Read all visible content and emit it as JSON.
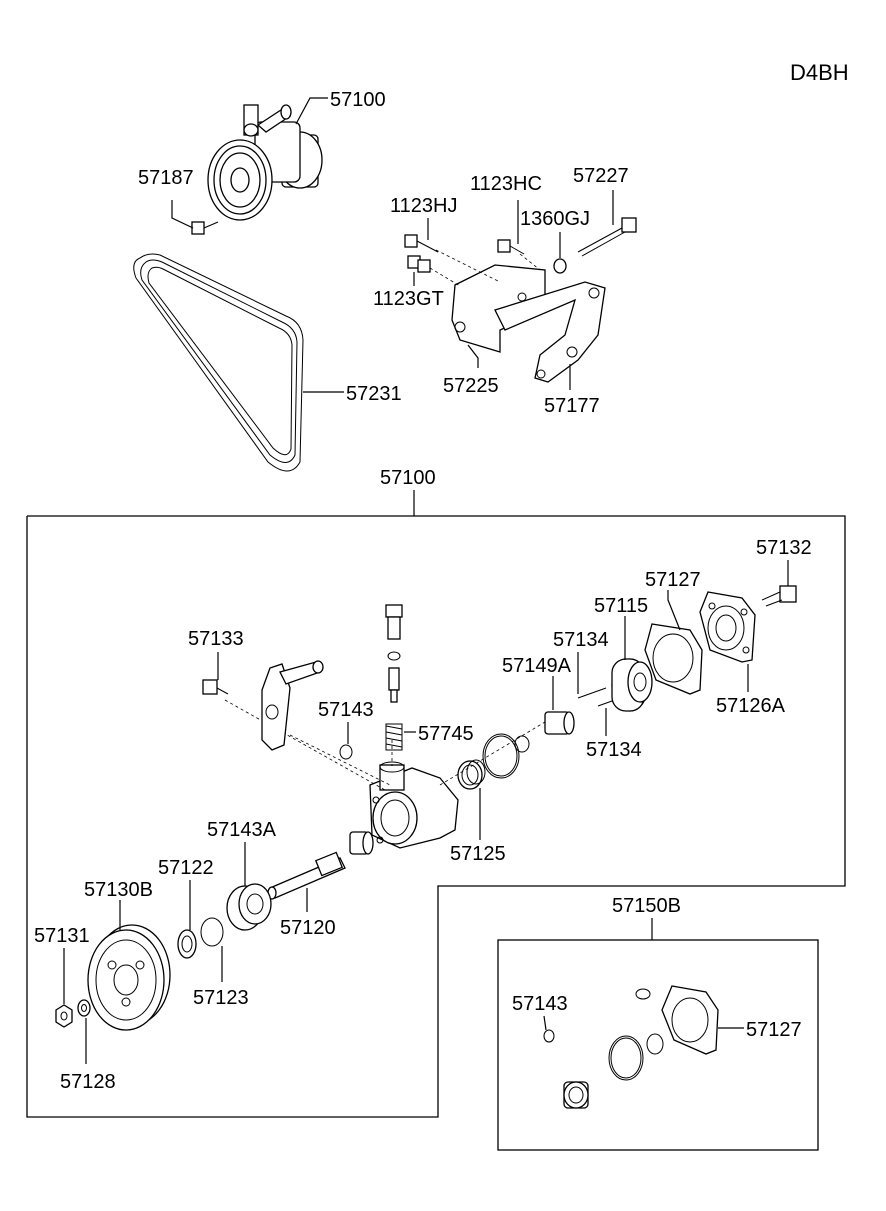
{
  "engine_code": "D4BH",
  "labels": {
    "l57100_top": "57100",
    "l57187": "57187",
    "l57231": "57231",
    "l1123HC": "1123HC",
    "l57227": "57227",
    "l1123HJ": "1123HJ",
    "l1360GJ": "1360GJ",
    "l1123GT": "1123GT",
    "l57225": "57225",
    "l57177": "57177",
    "l57100_box": "57100",
    "l57132": "57132",
    "l57127_a": "57127",
    "l57115": "57115",
    "l57134_a": "57134",
    "l57149A": "57149A",
    "l57133": "57133",
    "l57126A": "57126A",
    "l57143_a": "57143",
    "l57745": "57745",
    "l57134_b": "57134",
    "l57125": "57125",
    "l57143A": "57143A",
    "l57122": "57122",
    "l57130B": "57130B",
    "l57120": "57120",
    "l57131": "57131",
    "l57123": "57123",
    "l57128": "57128",
    "l57150B": "57150B",
    "l57143_b": "57143",
    "l57127_b": "57127"
  }
}
